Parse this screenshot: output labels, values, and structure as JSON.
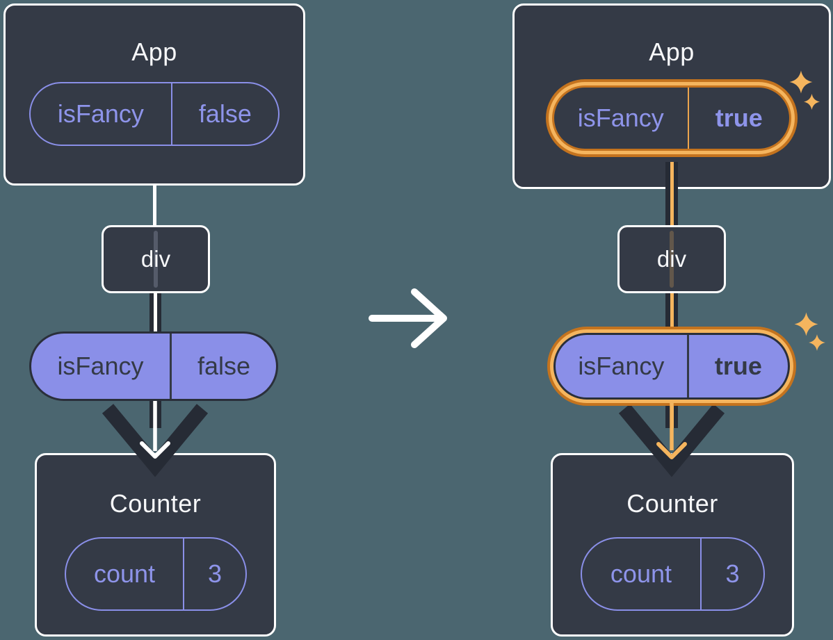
{
  "before": {
    "app": {
      "title": "App",
      "prop_name": "isFancy",
      "prop_value": "false"
    },
    "div": {
      "label": "div"
    },
    "prop_pill": {
      "name": "isFancy",
      "value": "false"
    },
    "counter": {
      "title": "Counter",
      "state_name": "count",
      "state_value": "3"
    }
  },
  "after": {
    "app": {
      "title": "App",
      "prop_name": "isFancy",
      "prop_value": "true"
    },
    "div": {
      "label": "div"
    },
    "prop_pill": {
      "name": "isFancy",
      "value": "true"
    },
    "counter": {
      "title": "Counter",
      "state_name": "count",
      "state_value": "3"
    }
  },
  "icons": {
    "transition_arrow": "arrow-right",
    "sparkle": "four-point-star"
  },
  "colors": {
    "background": "#4B6670",
    "card": "#343A46",
    "card_border": "#FFFFFF",
    "purple": "#8A8FE8",
    "ink_dark": "#262B35",
    "orange_light": "#F5B55E",
    "orange_dark": "#C4731E"
  }
}
